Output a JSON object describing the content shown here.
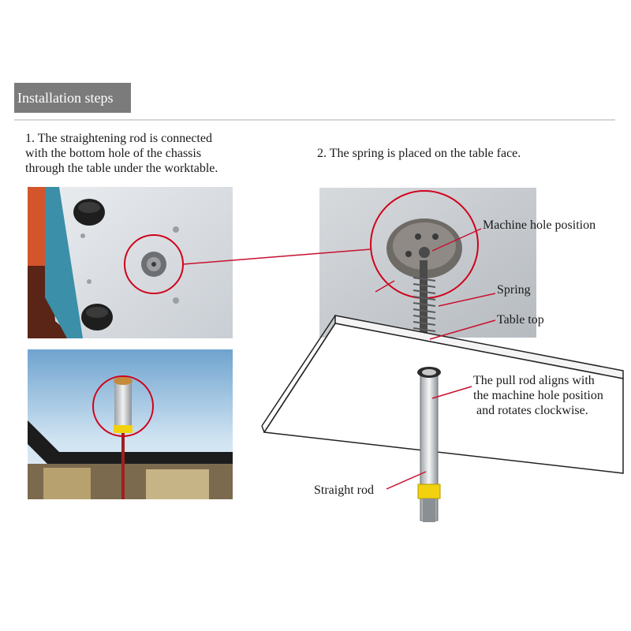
{
  "header": {
    "title": "Installation steps"
  },
  "steps": [
    {
      "lines": [
        "1. The straightening rod is connected",
        "with the bottom hole of the chassis",
        "through the table under the worktable."
      ]
    },
    {
      "lines": [
        "2. The spring is placed on the table face."
      ]
    }
  ],
  "callouts": {
    "machine_hole": "Machine hole position",
    "spring": "Spring",
    "table_top": "Table top",
    "pull_rod": [
      "The pull rod aligns with",
      "the machine hole position",
      " and rotates clockwise."
    ],
    "straight_rod": "Straight rod"
  },
  "colors": {
    "header_bg": "#7b7b7b",
    "leader": "#c8102e",
    "highlight": "#d0021b"
  }
}
